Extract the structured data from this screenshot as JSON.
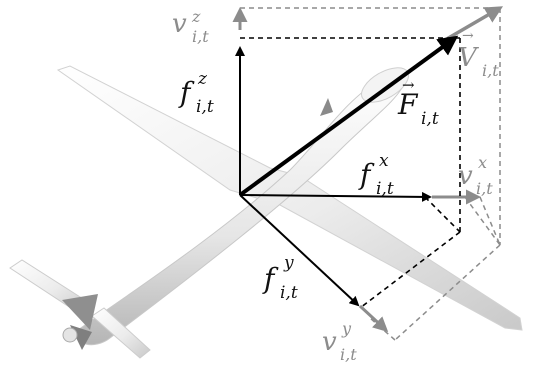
{
  "labels": {
    "v_z": {
      "base": "v",
      "sup": "z",
      "sub": "i,t"
    },
    "v_x": {
      "base": "v",
      "sup": "x",
      "sub": "i,t"
    },
    "v_y": {
      "base": "v",
      "sup": "y",
      "sub": "i,t"
    },
    "V": {
      "base": "V",
      "sub": "i,t",
      "arrow": "→"
    },
    "f_z": {
      "base": "f",
      "sup": "z",
      "sub": "i,t"
    },
    "f_x": {
      "base": "f",
      "sup": "x",
      "sub": "i,t"
    },
    "f_y": {
      "base": "f",
      "sup": "y",
      "sub": "i,t"
    },
    "F": {
      "base": "F",
      "sub": "i,t",
      "arrow": "→"
    }
  },
  "colors": {
    "force": "#000000",
    "velocity": "#8c8c8c",
    "aircraft_light": "#f2f2f2",
    "aircraft_shade": "#b9b9b9"
  }
}
